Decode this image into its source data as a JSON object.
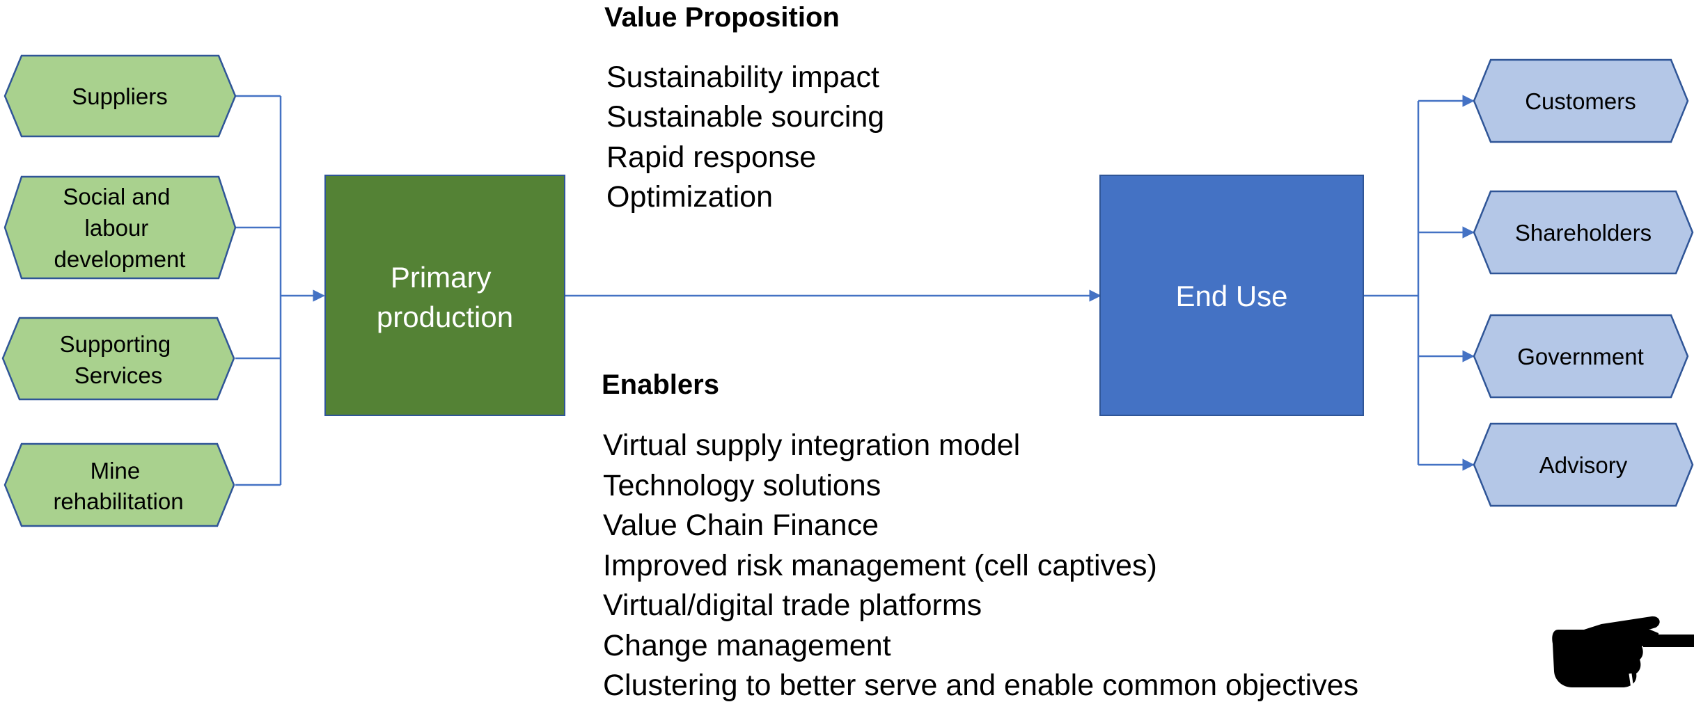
{
  "inputs": [
    {
      "lines": [
        "Suppliers"
      ]
    },
    {
      "lines": [
        "Social and",
        "labour",
        "development"
      ]
    },
    {
      "lines": [
        "Supporting",
        "Services"
      ]
    },
    {
      "lines": [
        "Mine",
        "rehabilitation"
      ]
    }
  ],
  "primary": {
    "lines": [
      "Primary",
      "production"
    ]
  },
  "end_use": {
    "label": "End Use"
  },
  "outputs": [
    {
      "label": "Customers"
    },
    {
      "label": "Shareholders"
    },
    {
      "label": "Government"
    },
    {
      "label": "Advisory"
    }
  ],
  "value_proposition": {
    "title": "Value Proposition",
    "items": [
      "Sustainability impact",
      "Sustainable sourcing",
      "Rapid response",
      "Optimization"
    ]
  },
  "enablers": {
    "title": "Enablers",
    "items": [
      "Virtual supply integration model",
      "Technology solutions",
      "Value Chain Finance",
      "Improved risk management (cell captives)",
      "Virtual/digital trade platforms",
      "Change management",
      "Clustering to better serve and enable common objectives"
    ]
  },
  "pointer": {
    "icon": "pointing-hand-icon"
  },
  "colors": {
    "primary_box": "#548235",
    "end_use_box": "#4472c4",
    "input_hex": "#a9d18e",
    "output_hex": "#b4c7e7",
    "connector": "#4472c4"
  }
}
